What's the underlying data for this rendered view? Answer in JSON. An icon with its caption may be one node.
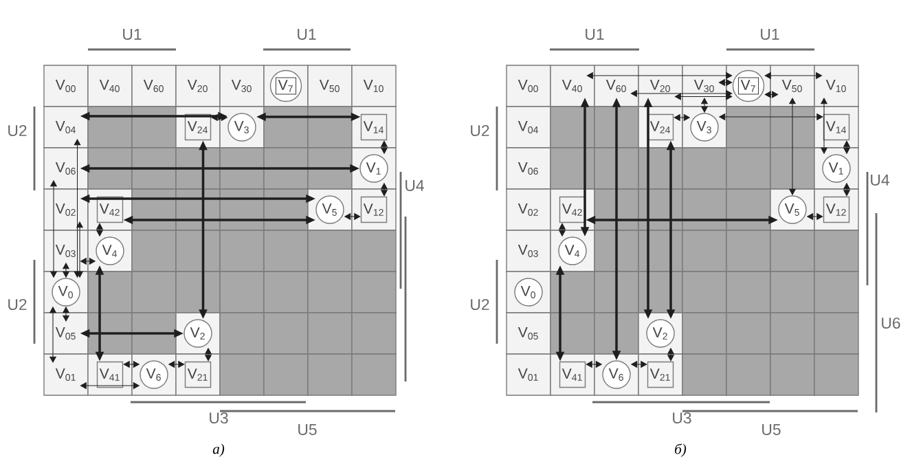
{
  "diagram": {
    "nodes": [
      {
        "text": [
          "V$_{00}$"
        ]
      },
      {
        "text": [
          "V$_{40}$"
        ]
      },
      {
        "text": [
          "V$_{60}$"
        ]
      },
      {
        "text": [
          "V$_{20}$"
        ]
      },
      {
        "text": [
          "V$_{30}$"
        ]
      },
      {
        "text": [
          "V$_{7}$"
        ]
      },
      {
        "text": [
          "V$_{50}$"
        ]
      },
      {
        "text": [
          "V$_{10}$"
        ]
      },
      {
        "text": [
          "V$_{04}$"
        ]
      },
      {
        "text": [
          "V$_{24}$"
        ]
      },
      {
        "text": [
          "V$_{3}$"
        ]
      },
      {
        "text": [
          "V$_{14}$"
        ]
      },
      {
        "text": [
          "V$_{06}$"
        ]
      },
      {
        "text": [
          "V$_{1}$"
        ]
      },
      {
        "text": [
          "V$_{02}$"
        ]
      },
      {
        "text": [
          "V$_{42}$"
        ]
      },
      {
        "text": [
          "V$_{5}$"
        ]
      },
      {
        "text": [
          "V$_{12}$"
        ]
      },
      {
        "text": [
          "V$_{03}$"
        ]
      },
      {
        "text": [
          "V$_{4}$"
        ]
      },
      {
        "text": [
          "V$_{0}$"
        ]
      },
      {
        "text": [
          "V$_{05}$"
        ]
      },
      {
        "text": [
          "V$_{2}$"
        ]
      },
      {
        "text": [
          "V$_{01}$"
        ]
      },
      {
        "text": [
          "V$_{41}$"
        ]
      },
      {
        "text": [
          "V$_{6}$"
        ]
      },
      {
        "text": [
          "V$_{21}$"
        ]
      },
      {
        "text": [
          "V$_{00}$"
        ]
      },
      {
        "text": [
          "V$_{40}$"
        ]
      },
      {
        "text": [
          "V$_{60}$"
        ]
      },
      {
        "text": [
          "V$_{20}$"
        ]
      },
      {
        "text": [
          "V$_{30}$"
        ]
      },
      {
        "text": [
          "V$_{7}$"
        ]
      },
      {
        "text": [
          "V$_{50}$"
        ]
      },
      {
        "text": [
          "V$_{10}$"
        ]
      },
      {
        "text": [
          "V$_{04}$"
        ]
      },
      {
        "text": [
          "V$_{24}$"
        ]
      },
      {
        "text": [
          "V$_{3}$"
        ]
      },
      {
        "text": [
          "V$_{14}$"
        ]
      },
      {
        "text": [
          "V$_{06}$"
        ]
      },
      {
        "text": [
          "V$_{1}$"
        ]
      },
      {
        "text": [
          "V$_{02}$"
        ]
      },
      {
        "text": [
          "V$_{42}$"
        ]
      },
      {
        "text": [
          "V$_{5}$"
        ]
      },
      {
        "text": [
          "V$_{12}$"
        ]
      },
      {
        "text": [
          "V$_{03}$"
        ]
      },
      {
        "text": [
          "V$_{4}$"
        ]
      },
      {
        "text": [
          "V$_{0}$"
        ]
      },
      {
        "text": [
          "V$_{05}$"
        ]
      },
      {
        "text": [
          "V$_{2}$"
        ]
      },
      {
        "text": [
          "V$_{01}$"
        ]
      },
      {
        "text": [
          "V$_{41}$"
        ]
      },
      {
        "text": [
          "V$_{6}$"
        ]
      },
      {
        "text": [
          "V$_{21}$"
        ]
      }
    ],
    "edges": [
      {
        "from": 8,
        "to": 10,
        "arrow": "both",
        "style": "thick"
      },
      {
        "from": 9,
        "to": 10,
        "arrow": "both"
      },
      {
        "from": 10,
        "to": 11,
        "arrow": "both",
        "style": "thick"
      },
      {
        "from": 12,
        "to": 13,
        "arrow": "both",
        "style": "thick"
      },
      {
        "from": 14,
        "to": 16,
        "arrow": "both",
        "style": "thick"
      },
      {
        "from": 15,
        "to": 16,
        "arrow": "both",
        "style": "thick"
      },
      {
        "from": 16,
        "to": 17,
        "arrow": "both"
      },
      {
        "from": 11,
        "to": 13,
        "arrow": "both"
      },
      {
        "from": 13,
        "to": 17,
        "arrow": "both"
      },
      {
        "from": 9,
        "to": 22,
        "arrow": "both",
        "style": "thick"
      },
      {
        "from": 21,
        "to": 22,
        "arrow": "both",
        "style": "thick"
      },
      {
        "from": 19,
        "to": 24,
        "arrow": "both",
        "style": "thick"
      },
      {
        "from": 24,
        "to": 25,
        "arrow": "both"
      },
      {
        "from": 25,
        "to": 26,
        "arrow": "both"
      },
      {
        "from": 26,
        "to": 22,
        "arrow": "both"
      },
      {
        "from": 23,
        "to": 25,
        "arrow": "both"
      },
      {
        "from": 8,
        "to": 20,
        "arrow": "both"
      },
      {
        "from": 12,
        "to": 20,
        "arrow": "both"
      },
      {
        "from": 14,
        "to": 20,
        "arrow": "both"
      },
      {
        "from": 18,
        "to": 20,
        "arrow": "both"
      },
      {
        "from": 20,
        "to": 21,
        "arrow": "both"
      },
      {
        "from": 20,
        "to": 23,
        "arrow": "both"
      },
      {
        "from": 18,
        "to": 19,
        "arrow": "both"
      },
      {
        "from": 15,
        "to": 19,
        "arrow": "both"
      },
      {
        "from": 28,
        "to": 32,
        "arrow": "both"
      },
      {
        "from": 29,
        "to": 32,
        "arrow": "both"
      },
      {
        "from": 30,
        "to": 32,
        "arrow": "both"
      },
      {
        "from": 31,
        "to": 32,
        "arrow": "both"
      },
      {
        "from": 32,
        "to": 33,
        "arrow": "both"
      },
      {
        "from": 32,
        "to": 34,
        "arrow": "both"
      },
      {
        "from": 28,
        "to": 46,
        "arrow": "both",
        "style": "thick"
      },
      {
        "from": 29,
        "to": 52,
        "arrow": "both",
        "style": "thick"
      },
      {
        "from": 30,
        "to": 49,
        "arrow": "both",
        "style": "thick"
      },
      {
        "from": 36,
        "to": 49,
        "arrow": "both",
        "style": "thick"
      },
      {
        "from": 31,
        "to": 37,
        "arrow": "both"
      },
      {
        "from": 33,
        "to": 43,
        "arrow": "both"
      },
      {
        "from": 34,
        "to": 40,
        "arrow": "both"
      },
      {
        "from": 36,
        "to": 37,
        "arrow": "both"
      },
      {
        "from": 37,
        "to": 38,
        "arrow": "both"
      },
      {
        "from": 38,
        "to": 40,
        "arrow": "both"
      },
      {
        "from": 40,
        "to": 44,
        "arrow": "both"
      },
      {
        "from": 43,
        "to": 44,
        "arrow": "both"
      },
      {
        "from": 42,
        "to": 43,
        "arrow": "both",
        "style": "thick"
      },
      {
        "from": 42,
        "to": 46,
        "arrow": "both"
      },
      {
        "from": 46,
        "to": 51,
        "arrow": "both",
        "style": "thick"
      },
      {
        "from": 51,
        "to": 52,
        "arrow": "both"
      },
      {
        "from": 52,
        "to": 53,
        "arrow": "both"
      },
      {
        "from": 53,
        "to": 49,
        "arrow": "both"
      }
    ],
    "labels": [
      "U1",
      "U1",
      "U2",
      "U4",
      "U2",
      "U3",
      "U5",
      "а)",
      "U1",
      "U1",
      "U2",
      "U4",
      "U2",
      "U6",
      "U3",
      "U5",
      "б)"
    ]
  }
}
